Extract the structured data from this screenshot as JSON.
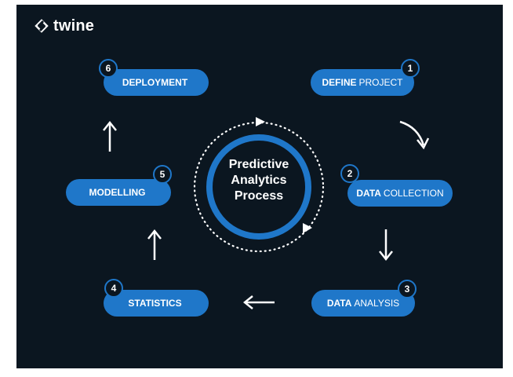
{
  "brand": {
    "name": "twine",
    "icon": "twine-logo-icon"
  },
  "center": {
    "lines": [
      "Predictive",
      "Analytics",
      "Process"
    ]
  },
  "steps": [
    {
      "number": "1",
      "bold": "DEFINE",
      "regular": "PROJECT"
    },
    {
      "number": "2",
      "bold": "DATA",
      "regular": "COLLECTION"
    },
    {
      "number": "3",
      "bold": "DATA",
      "regular": "ANALYSIS"
    },
    {
      "number": "4",
      "bold": "STATISTICS",
      "regular": ""
    },
    {
      "number": "5",
      "bold": "MODELLING",
      "regular": ""
    },
    {
      "number": "6",
      "bold": "DEPLOYMENT",
      "regular": ""
    }
  ],
  "colors": {
    "background": "#0b1620",
    "accent": "#1f77c9",
    "text": "#ffffff"
  }
}
